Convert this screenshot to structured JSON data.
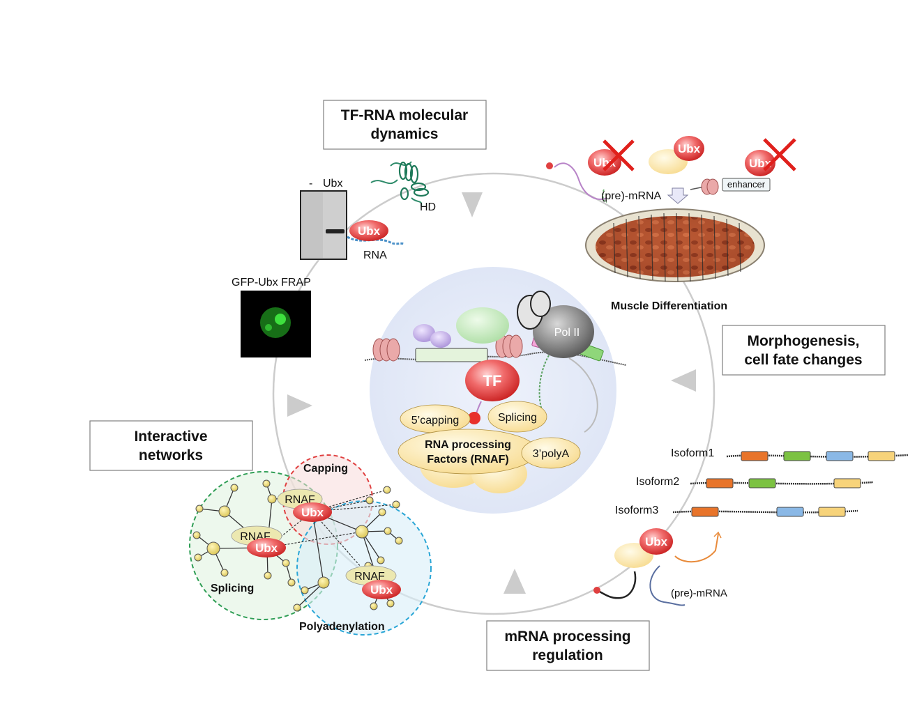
{
  "boxes": {
    "tf_rna": [
      "TF-RNA molecular",
      "dynamics"
    ],
    "morpho": [
      "Morphogenesis,",
      "cell fate changes"
    ],
    "interactive": [
      "Interactive",
      "networks"
    ],
    "mrna": [
      "mRNA processing",
      "regulation"
    ]
  },
  "gel": {
    "minus": "-",
    "ubx": "Ubx"
  },
  "protein": {
    "hd": "HD",
    "ubx": "Ubx",
    "rna": "RNA"
  },
  "frap": {
    "label": "GFP-Ubx  FRAP"
  },
  "muscle": {
    "ubx1": "Ubx",
    "ubx2": "Ubx",
    "ubx3": "Ubx",
    "premrna": "(pre)-mRNA",
    "enhancer": "enhancer",
    "caption": "Muscle  Differentiation"
  },
  "center": {
    "pol2": "Pol II",
    "tf": "TF",
    "capping": "5’capping",
    "splicing": "Splicing",
    "rnaf": [
      "RNA processing",
      "Factors (RNAF)"
    ],
    "polya": "3’polyA"
  },
  "network": {
    "capping": "Capping",
    "splicing": "Splicing",
    "polyadenylation": "Polyadenylation",
    "nodes": [
      {
        "rnaf": "RNAF",
        "ubx": "Ubx"
      },
      {
        "rnaf": "RNAF",
        "ubx": "Ubx"
      },
      {
        "rnaf": "RNAF",
        "ubx": "Ubx"
      }
    ]
  },
  "isoforms": {
    "labels": [
      "Isoform1",
      "Isoform2",
      "Isoform3"
    ],
    "ubx": "Ubx",
    "premrna": "(pre)-mRNA"
  },
  "colors": {
    "ubx_red": "#e23a3a",
    "factor_yellow": "#fde9a3",
    "circle_grey": "#cccccc",
    "capping_dash": "#e04040",
    "splicing_dash": "#2f9e55",
    "polya_dash": "#2aa6d6",
    "exon_orange": "#e8742a",
    "exon_green": "#7cc242",
    "exon_blue": "#8ab8e6",
    "exon_yellow": "#f7d37a"
  }
}
